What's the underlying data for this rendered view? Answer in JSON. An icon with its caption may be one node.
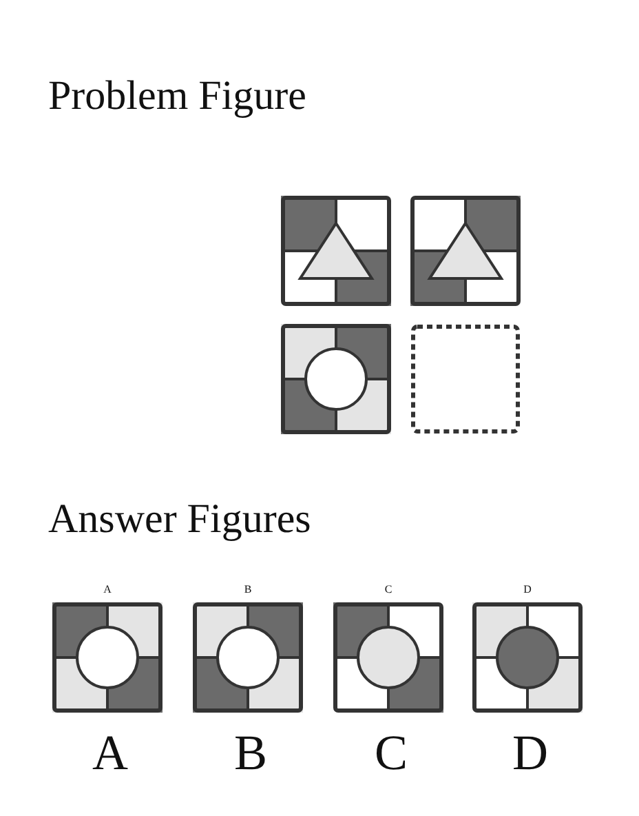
{
  "diagram": {
    "labels": [
      "Problem Figure",
      "Answer Figures",
      "A",
      "B",
      "C",
      "D",
      "A",
      "B",
      "C",
      "D"
    ]
  }
}
